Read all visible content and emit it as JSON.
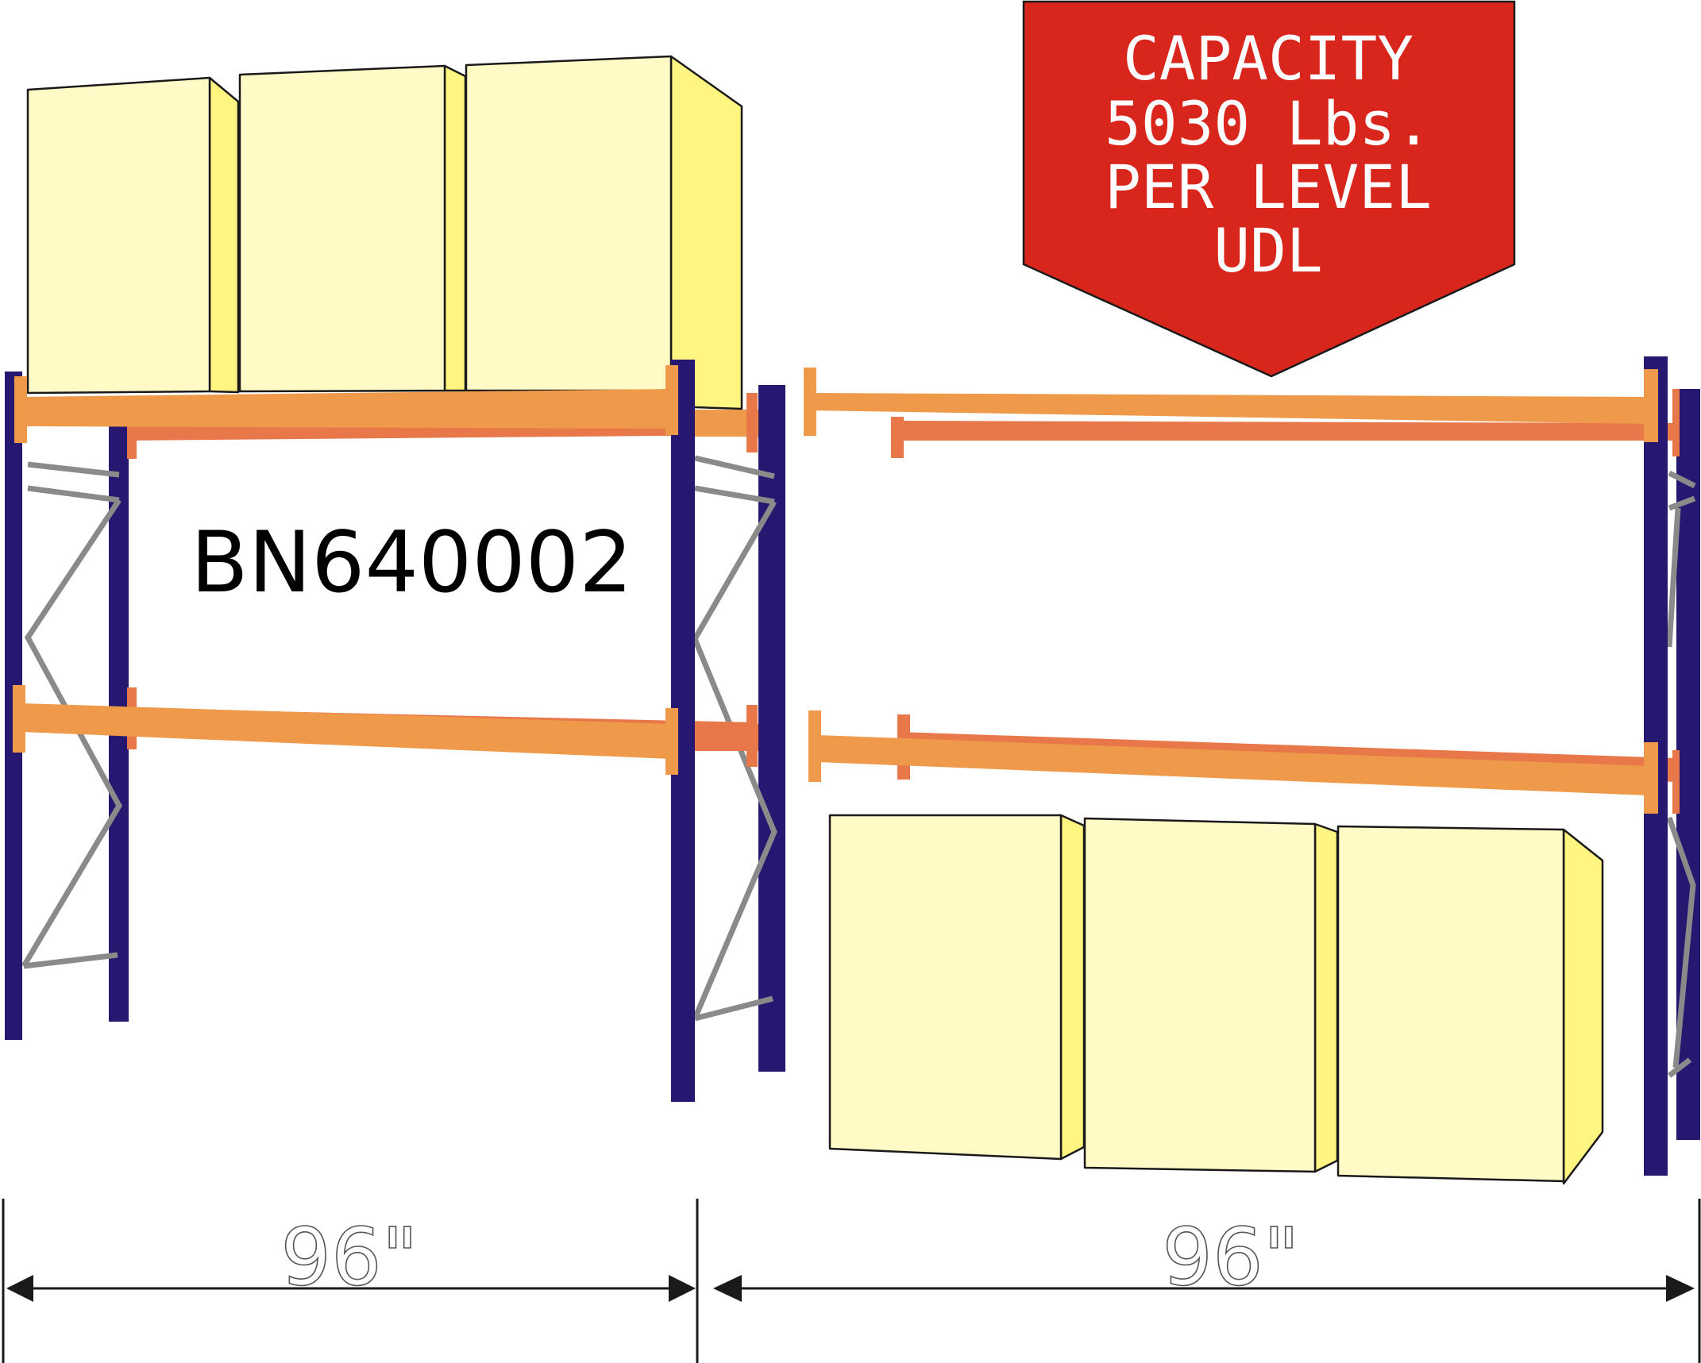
{
  "rack": {
    "code_label": "BN640002"
  },
  "capacity_sign": {
    "lines": [
      "CAPACITY",
      "5030 Lbs.",
      "PER LEVEL",
      "UDL"
    ]
  },
  "dimensions": {
    "left_bay": "96\"",
    "right_bay": "96\""
  },
  "colors": {
    "upright": "#261870",
    "beam_front": "#ee9a4a",
    "beam_back": "#e8784a",
    "bracing": "#8a8a8a",
    "box_front": "#fffac6",
    "box_side": "#fff580",
    "sign": "#d9261c",
    "line": "#1a1a1a"
  }
}
